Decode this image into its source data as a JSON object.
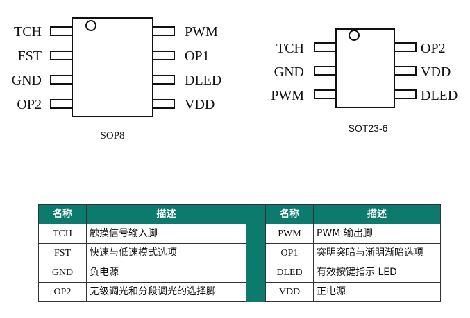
{
  "sop8": {
    "package_label": "SOP8",
    "left_pins": [
      "TCH",
      "FST",
      "GND",
      "OP2"
    ],
    "right_pins": [
      "PWM",
      "OP1",
      "DLED",
      "VDD"
    ]
  },
  "sot23": {
    "package_label": "SOT23-6",
    "left_pins": [
      "TCH",
      "GND",
      "PWM"
    ],
    "right_pins": [
      "OP2",
      "VDD",
      "DLED"
    ]
  },
  "table": {
    "headers": [
      "名称",
      "描述",
      "名称",
      "描述"
    ],
    "rows": [
      {
        "name1": "TCH",
        "desc1": "触摸信号输入脚",
        "name2": "PWM",
        "desc2": "PWM 输出脚"
      },
      {
        "name1": "FST",
        "desc1": "快速与低速模式选项",
        "name2": "OP1",
        "desc2": "突明突暗与渐明渐暗选项"
      },
      {
        "name1": "GND",
        "desc1": "负电源",
        "name2": "DLED",
        "desc2": "有效按键指示 LED"
      },
      {
        "name1": "OP2",
        "desc1": "无级调光和分段调光的选择脚",
        "name2": "VDD",
        "desc2": "正电源"
      }
    ]
  },
  "colors": {
    "table_header": "#0d7a6e",
    "outline": "#111111"
  }
}
